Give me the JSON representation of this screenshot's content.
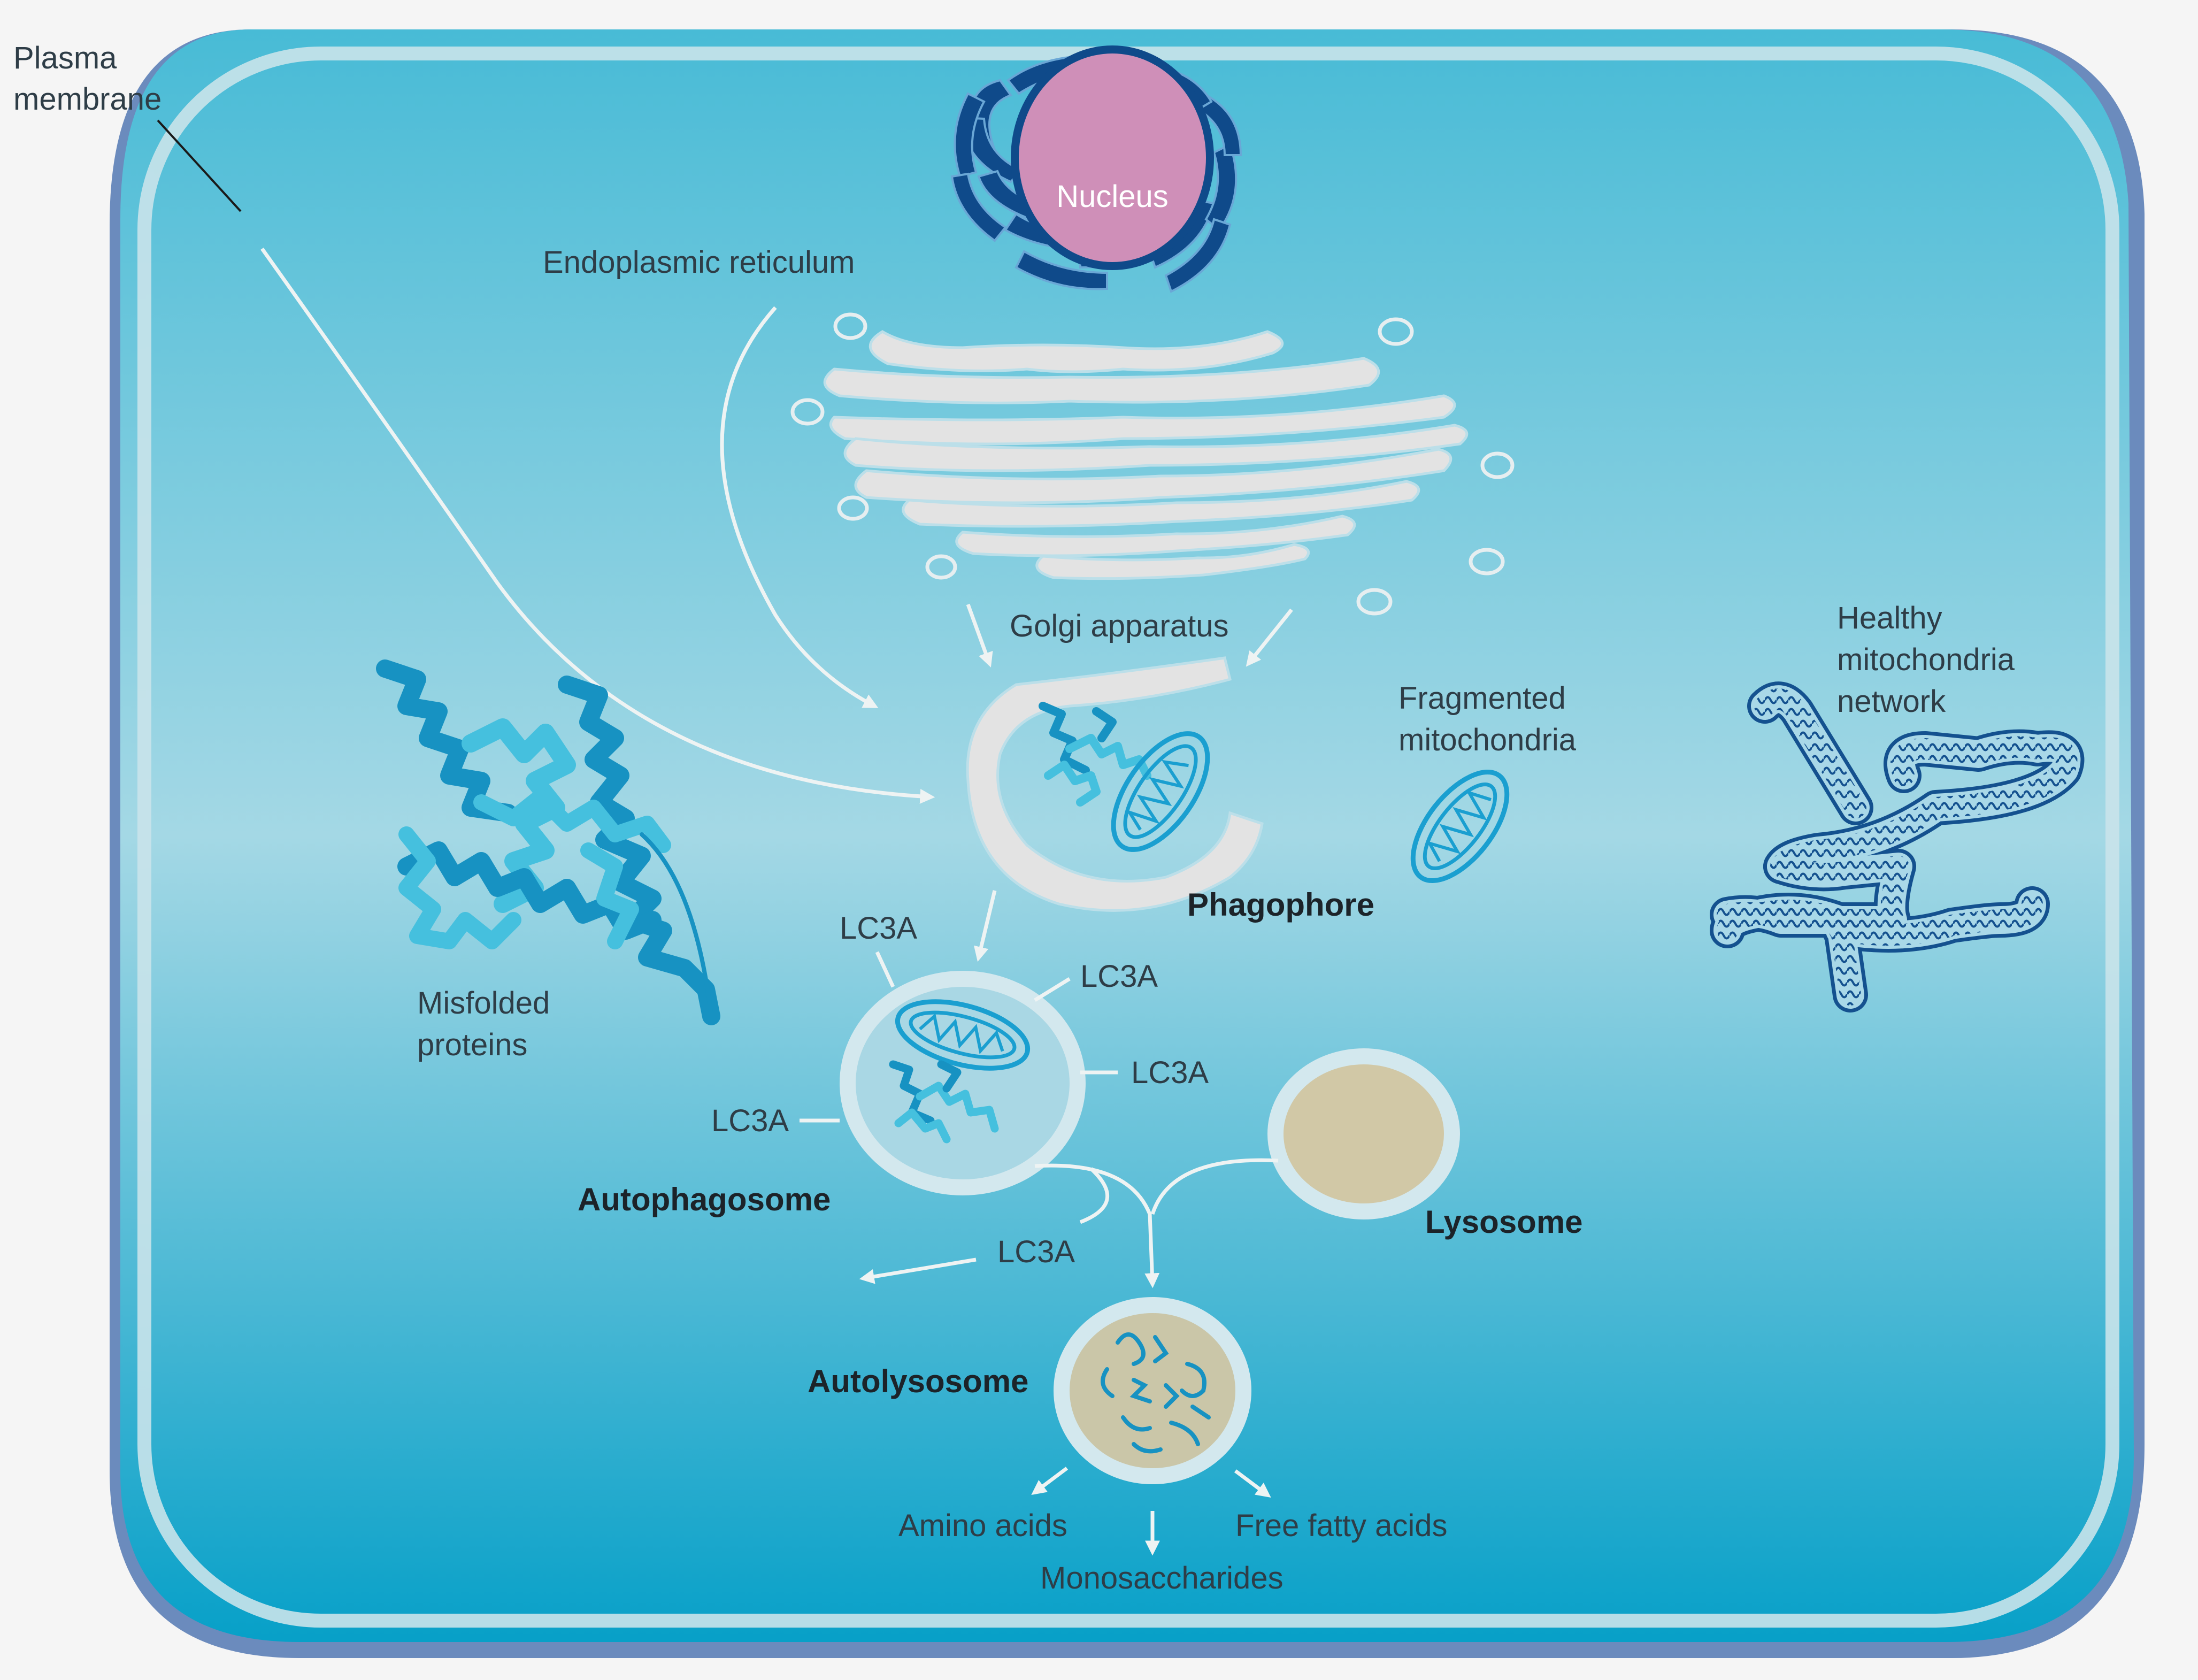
{
  "labels": {
    "plasma_membrane_line1": "Plasma",
    "plasma_membrane_line2": "membrane",
    "nucleus": "Nucleus",
    "endoplasmic_reticulum": "Endoplasmic reticulum",
    "golgi_apparatus": "Golgi apparatus",
    "fragmented_mitochondria_line1": "Fragmented",
    "fragmented_mitochondria_line2": "mitochondria",
    "healthy_mitochondria_line1": "Healthy",
    "healthy_mitochondria_line2": "mitochondria",
    "healthy_mitochondria_line3": "network",
    "misfolded_proteins_line1": "Misfolded",
    "misfolded_proteins_line2": "proteins",
    "phagophore": "Phagophore",
    "lc3a_1": "LC3A",
    "lc3a_2": "LC3A",
    "lc3a_3": "LC3A",
    "lc3a_4": "LC3A",
    "lc3a_5": "LC3A",
    "autophagosome": "Autophagosome",
    "lysosome": "Lysosome",
    "autolysosome": "Autolysosome",
    "amino_acids": "Amino acids",
    "monosaccharides": "Monosaccharides",
    "free_fatty_acids": "Free fatty acids"
  },
  "colors": {
    "background": "#f5f5f5",
    "cell_outer": "#6b8bbd",
    "cytoplasm_top": "#4bbdd6",
    "cytoplasm_mid": "#a3d7e4",
    "cytoplasm_bottom": "#0aa1c8",
    "membrane_ring": "#c9e3ea",
    "nucleus": "#cf8fb8",
    "er": "#0f4a8a",
    "golgi": "#e3e3e3",
    "protein_light": "#45c0de",
    "protein_dark": "#1792c2",
    "mitochondria": "#1a9fd0",
    "healthy_mito": "#14518f",
    "lysosome_fill": "#d1c8a6",
    "vesicle_ring": "#d3e8ee",
    "arrow": "#eef3f3"
  }
}
